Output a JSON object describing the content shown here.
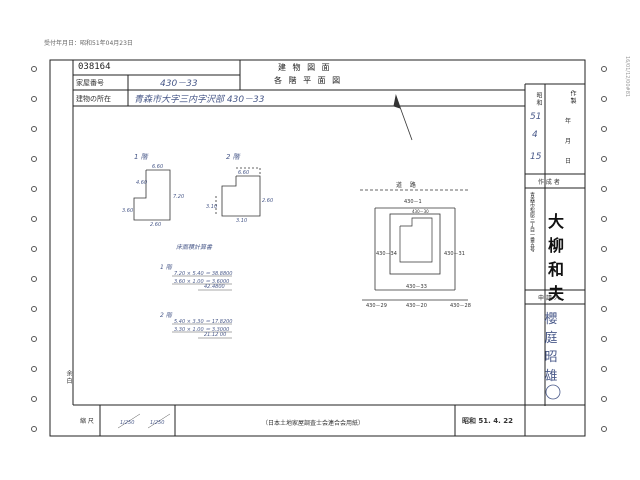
{
  "top_note": "受付年月日：昭和51年04月23日",
  "doc_number": "038164",
  "title_line1": "建 物 図 面",
  "title_line2": "各 階 平 面 図",
  "house_number_label": "家屋番号",
  "house_number_value": "430－33",
  "location_label": "建物の所在",
  "location_value": "青森市大字三内字沢部 430－33",
  "floor1_label": "1 階",
  "floor2_label": "2 階",
  "floor1_dims": {
    "top": "6.60",
    "left_upper": "4.60",
    "right": "7.20",
    "left_lower": "3.60",
    "bottom": "2.60"
  },
  "floor2_dims": {
    "top": "6.60",
    "right": "2.60",
    "left": "3.10",
    "bottom": "3.10"
  },
  "calc_title": "床面積計算書",
  "calc_floor1_label": "1 階",
  "calc_floor1_lines": [
    "7.20 × 5.40 ＝ 38.8800",
    "3.60 × 1.00 ＝ 3.6000",
    "42.4800"
  ],
  "calc_floor2_label": "2 階",
  "calc_floor2_lines": [
    "5.40 × 3.30 ＝ 17.8200",
    "3.30 × 1.00 ＝ 3.3000",
    "21.12 00"
  ],
  "site_road_label": "道 路",
  "site_lots": {
    "top": "430－1",
    "upper": "430－30",
    "left": "430－34",
    "right": "430－31",
    "center": "430－33",
    "bottom_left": "430－29",
    "bottom_mid": "430－20",
    "bottom_right": "430－28"
  },
  "right_col": {
    "made_label": "作 製",
    "date_prefix": "昭 和",
    "year": "51",
    "year_label": "年",
    "month": "4",
    "month_label": "月",
    "day": "15",
    "day_label": "日"
  },
  "author_label": "作 成 者",
  "author_address": "青森市松原三丁目一番五号",
  "author_name_chars": [
    "大",
    "柳",
    "和",
    "夫"
  ],
  "applicant_label": "申 請 人",
  "applicant_name_chars": [
    "櫻",
    "庭",
    "昭",
    "雄"
  ],
  "scale_label": "縮 尺",
  "scale_1": "1/250",
  "scale_2": "1/250",
  "footer_org": "（日本土地家屋調査士会連合会用紙）",
  "footer_code": "昭和 51. 4. 22",
  "left_margin_text": "余 白",
  "right_edge_text": "16/01/12/00#81"
}
